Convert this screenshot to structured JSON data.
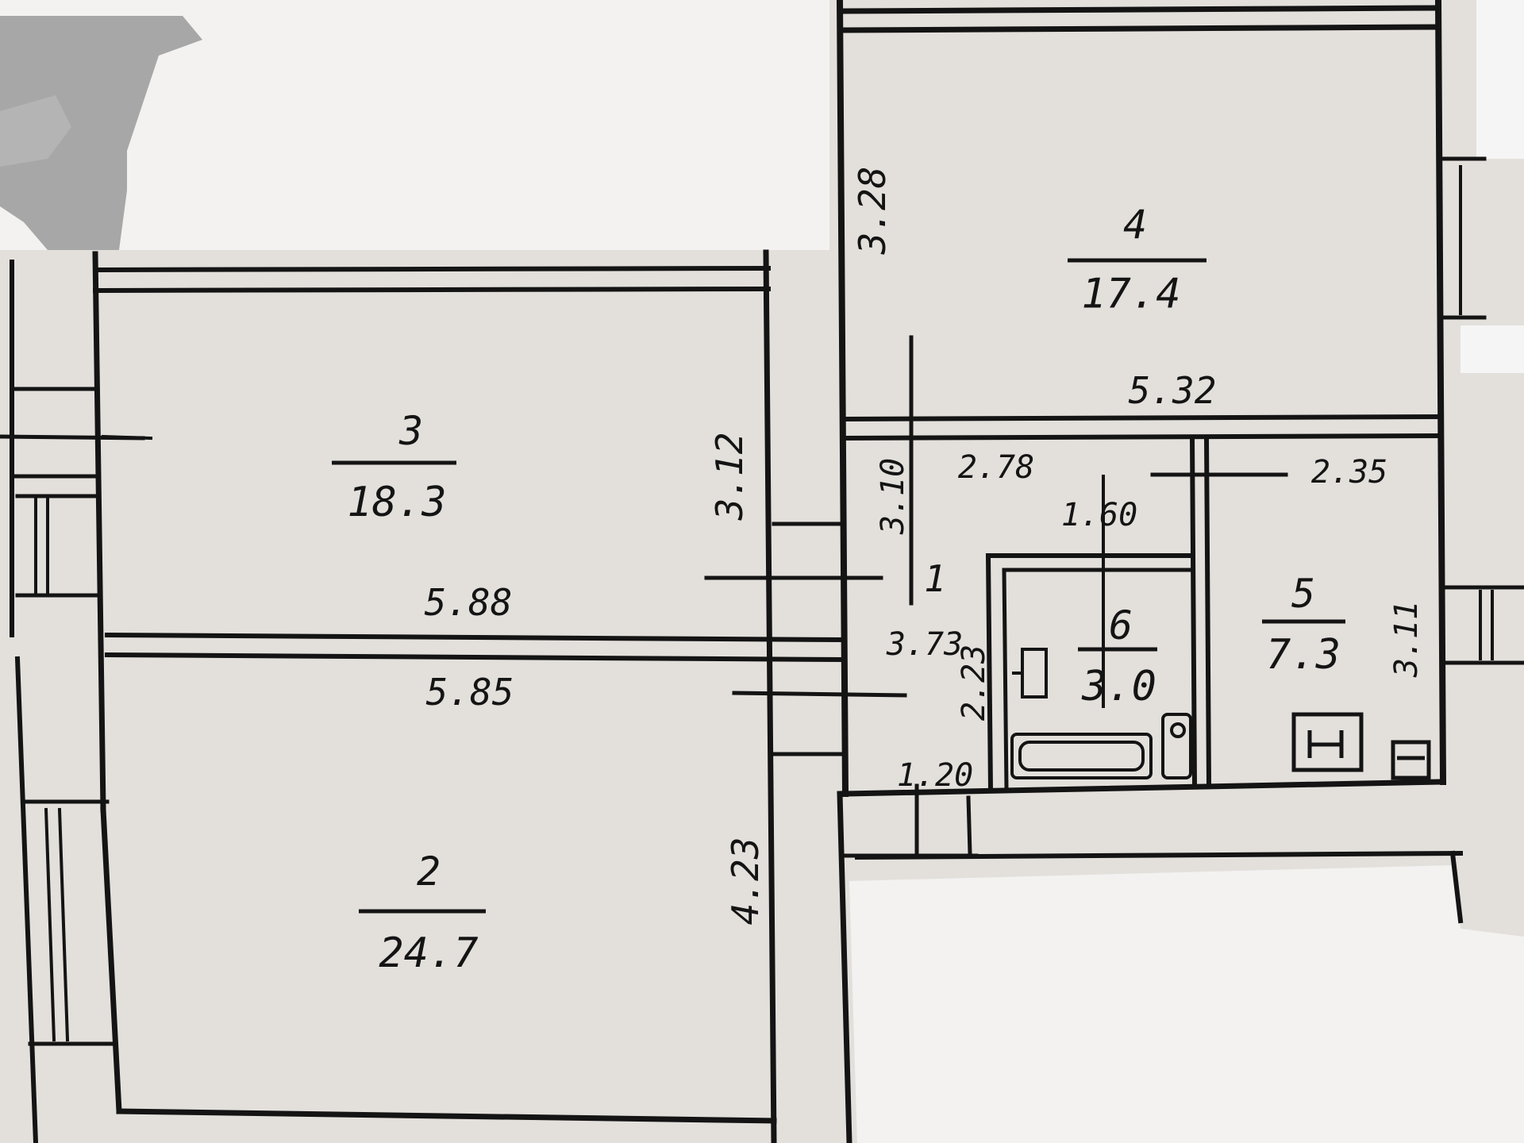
{
  "rooms": [
    {
      "number": "2",
      "area": "24.7"
    },
    {
      "number": "3",
      "area": "18.3"
    },
    {
      "number": "4",
      "area": "17.4"
    },
    {
      "number": "5",
      "area": "7.3"
    },
    {
      "number": "6",
      "area": "3.0"
    },
    {
      "number": "1",
      "area": ""
    }
  ],
  "dimensions": {
    "room3_width": "5.88",
    "room2_width": "5.85",
    "room3_height": "3.12",
    "room2_height": "4.23",
    "room4_height": "3.28",
    "room4_width": "5.32",
    "hall_width": "2.78",
    "room5_width": "2.35",
    "bath_width": "1.60",
    "hall_height": "3.10",
    "room5_height": "3.11",
    "hall_length": "3.73",
    "bath_height": "2.23",
    "corridor_width": "1.20"
  },
  "fixtures": [
    "stove-icon",
    "sink-icon",
    "bathtub-icon",
    "washbasin-icon"
  ],
  "colors": {
    "paper": "#e6e3df",
    "ink": "#141414",
    "redaction": "#ffffff",
    "redaction_gray": "#a9a9a9"
  }
}
